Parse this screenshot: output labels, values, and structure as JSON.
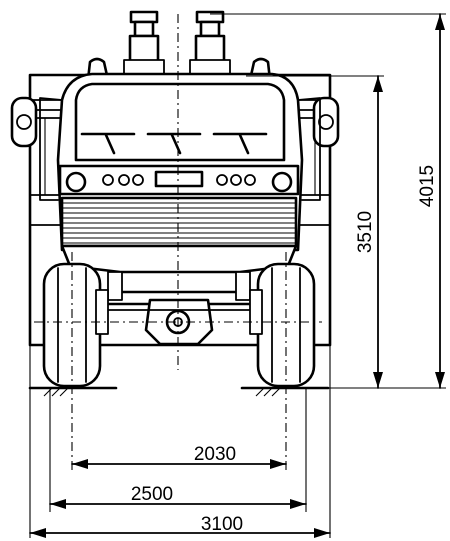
{
  "dimensions": {
    "overall_height": "4015",
    "height_to_cab": "3510",
    "inner_track": "2030",
    "track": "2500",
    "overall_width": "3100"
  }
}
